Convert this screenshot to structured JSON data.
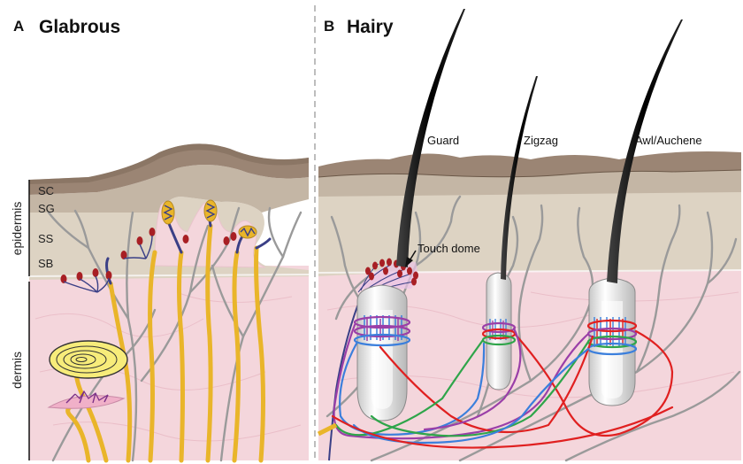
{
  "panel_a": {
    "letter": "A",
    "title": "Glabrous"
  },
  "panel_b": {
    "letter": "B",
    "title": "Hairy"
  },
  "layers": {
    "sc": "SC",
    "sg": "SG",
    "ss": "SS",
    "sb": "SB"
  },
  "side_labels": {
    "epidermis": "epidermis",
    "dermis": "dermis"
  },
  "hair_labels": {
    "guard": "Guard",
    "zigzag": "Zigzag",
    "awl": "Awl/Auchene",
    "touch_dome": "Touch dome"
  },
  "colors": {
    "stratum_corneum": "#9b8574",
    "stratum_granulosum": "#c4b6a5",
    "stratum_spinosum": "#ddd3c3",
    "dermis": "#f4d6dc",
    "afferent_yellow": "#e9b52a",
    "c_fiber_gray": "#9a9a9a",
    "ring_purple": "#9a3fa8",
    "ring_red": "#e02020",
    "ring_blue": "#3b7fdc",
    "ring_green": "#2fa54a",
    "merkel_red": "#a81f24"
  }
}
